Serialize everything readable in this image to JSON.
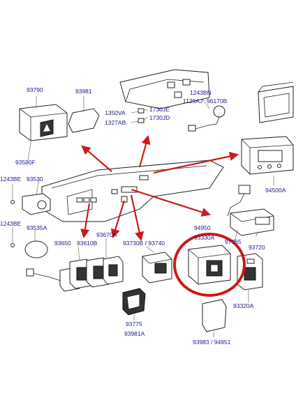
{
  "labels": {
    "l93790": "93790",
    "l93981": "93981",
    "l1243BN": "1243BN",
    "l1129AJ": "1129AJ",
    "l96170B": "96170B",
    "l1350VA": "1350VA",
    "l1730JE": "1730JE",
    "l1327AB": "1327AB",
    "l1730JD": "1730JD",
    "l93580F": "93580F",
    "l1243BE_a": "1243BE",
    "l93530": "93530",
    "l94500A": "94500A",
    "l1243BE_b": "1243BE",
    "l93535A": "93535A",
    "l94950": "94950",
    "l93330A": "93330A",
    "l97765": "97765",
    "l93720": "93720",
    "l93650": "93650",
    "l93610B": "93610B",
    "l93670A": "93670A",
    "l93730B": "93730B / 93740",
    "l93775": "93775",
    "l93981A": "93981A",
    "l93320A": "93320A",
    "l93983": "93983 / 94951"
  },
  "colors": {
    "arrow": "#cc1a1a",
    "highlight": "#cc1a1a",
    "label": "#1a1a8c"
  }
}
